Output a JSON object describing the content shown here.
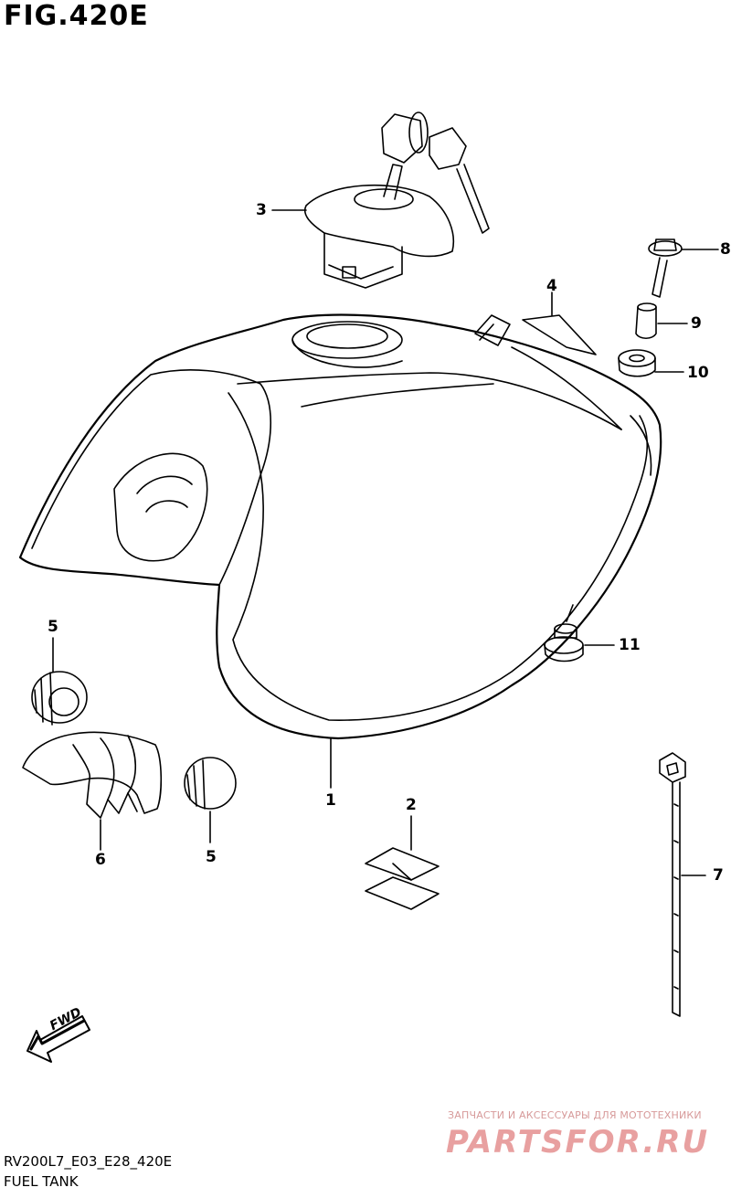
{
  "figure": {
    "title": "FIG.420E",
    "code": "RV200L7_E03_E28_420E",
    "caption": "FUEL TANK",
    "direction_label": "FWD"
  },
  "callouts": [
    {
      "id": "p1",
      "label": "1"
    },
    {
      "id": "p2",
      "label": "2"
    },
    {
      "id": "p3",
      "label": "3"
    },
    {
      "id": "p4",
      "label": "4"
    },
    {
      "id": "p5a",
      "label": "5"
    },
    {
      "id": "p5b",
      "label": "5"
    },
    {
      "id": "p6",
      "label": "6"
    },
    {
      "id": "p7",
      "label": "7"
    },
    {
      "id": "p8",
      "label": "8"
    },
    {
      "id": "p9",
      "label": "9"
    },
    {
      "id": "p10",
      "label": "10"
    },
    {
      "id": "p11",
      "label": "11"
    }
  ],
  "watermark": {
    "tagline": "ЗАПЧАСТИ И АКСЕССУАРЫ ДЛЯ МОТОТЕХНИКИ",
    "logo": "PARTSFOR.RU",
    "color": "#e8a0a0"
  }
}
